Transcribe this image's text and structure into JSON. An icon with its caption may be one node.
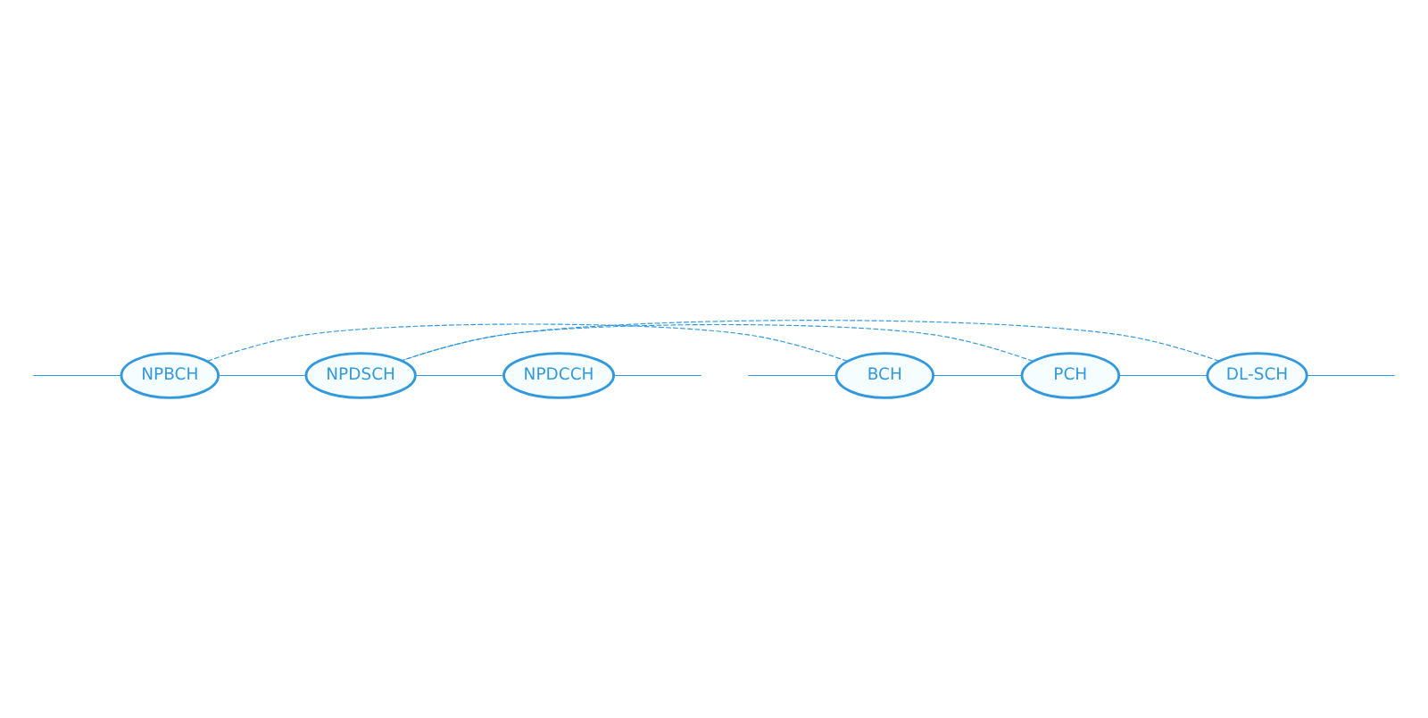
{
  "diagram": {
    "nodes": [
      {
        "text": [
          "BCH"
        ]
      },
      {
        "text": [
          "PCH"
        ]
      },
      {
        "text": [
          "DL-SCH"
        ]
      },
      {
        "text": [
          "NPBCH"
        ]
      },
      {
        "text": [
          "NPDSCH"
        ]
      },
      {
        "text": [
          "NPDCCH"
        ]
      }
    ],
    "edges": [
      {
        "from": null,
        "to": 0,
        "arrow": "none"
      },
      {
        "from": 0,
        "to": 1,
        "arrow": "none"
      },
      {
        "from": 1,
        "to": 2,
        "arrow": "none"
      },
      {
        "from": 2,
        "to": null,
        "arrow": "none"
      },
      {
        "from": null,
        "to": 3,
        "arrow": "none"
      },
      {
        "from": 3,
        "to": 4,
        "arrow": "none"
      },
      {
        "from": 4,
        "to": 5,
        "arrow": "none"
      },
      {
        "from": 5,
        "to": null,
        "arrow": "none"
      },
      {
        "from": 0,
        "to": 3,
        "arrow": "none",
        "style": "dashed"
      },
      {
        "from": 1,
        "to": 4,
        "arrow": "none",
        "style": "dashed"
      },
      {
        "from": 2,
        "to": 4,
        "arrow": "none",
        "style": "dashed"
      }
    ]
  }
}
